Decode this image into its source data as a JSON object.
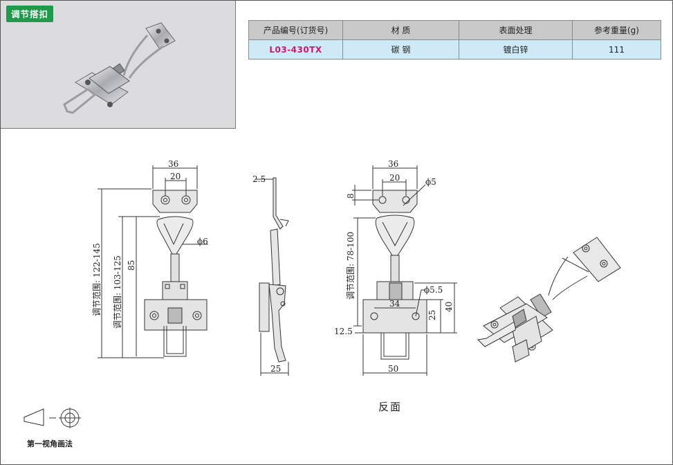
{
  "badge": "调节搭扣",
  "table": {
    "headers": [
      "产品编号(订货号)",
      "材 质",
      "表面处理",
      "参考重量(g)"
    ],
    "row": [
      "L03-430TX",
      "碳 钢",
      "镀白锌",
      "111"
    ]
  },
  "front_view": {
    "dim_width_total": "36",
    "dim_hole_spacing": "20",
    "dim_phi": "ϕ6",
    "dim_range_outer": "调节范围: 122-145",
    "dim_range_inner": "调节范围: 103-125",
    "dim_85": "85"
  },
  "side_view": {
    "dim_thickness": "2.5",
    "dim_width": "25"
  },
  "rear_view": {
    "dim_width_total": "36",
    "dim_hole_spacing": "20",
    "dim_phi5": "ϕ5",
    "dim_8": "8",
    "dim_range": "调节范围: 78-100",
    "dim_phi55": "ϕ5.5",
    "dim_34": "34",
    "dim_25": "25",
    "dim_40": "40",
    "dim_125": "12.5",
    "dim_50": "50"
  },
  "reverse_label": "反面",
  "projection_label": "第一视角画法"
}
